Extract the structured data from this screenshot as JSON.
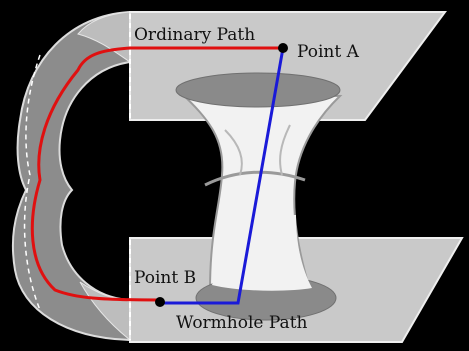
{
  "labels": {
    "ordinary_path": "Ordinary Path",
    "point_a": "Point A",
    "point_b": "Point B",
    "wormhole_path": "Wormhole Path"
  },
  "colors": {
    "background": "#000000",
    "sheet_light": "#c9c9c9",
    "sheet_fold": "#8c8c8c",
    "throat": "#f2f2f2",
    "mouth": "#8a8a8a",
    "ordinary_path": "#e01010",
    "wormhole_path": "#1a1ad8",
    "point": "#000000"
  }
}
